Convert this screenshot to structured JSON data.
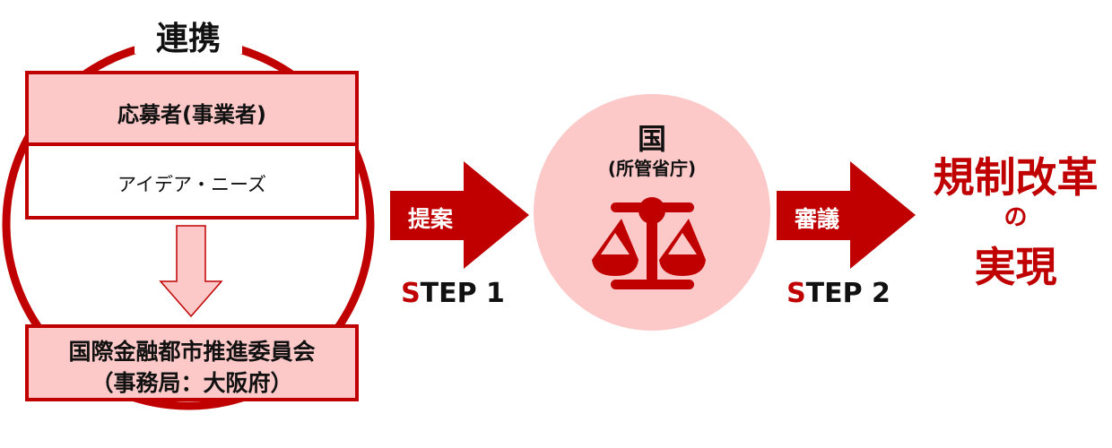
{
  "left": {
    "collab_label": "連携",
    "applicant": "応募者(事業者)",
    "ideas": "アイデア・ニーズ",
    "committee_line1": "国際金融都市推進委員会",
    "committee_line2": "（事務局：大阪府）"
  },
  "step1": {
    "action": "提案",
    "label_first": "S",
    "label_rest": "TEP 1"
  },
  "center": {
    "title": "国",
    "subtitle": "(所管省庁)",
    "icon": "scales-icon"
  },
  "step2": {
    "action": "審議",
    "label_first": "S",
    "label_rest": "TEP 2"
  },
  "result": {
    "line1": "規制改革",
    "line2": "の",
    "line3": "実現"
  },
  "colors": {
    "accent": "#c00000",
    "pink": "#fcc8c8"
  }
}
